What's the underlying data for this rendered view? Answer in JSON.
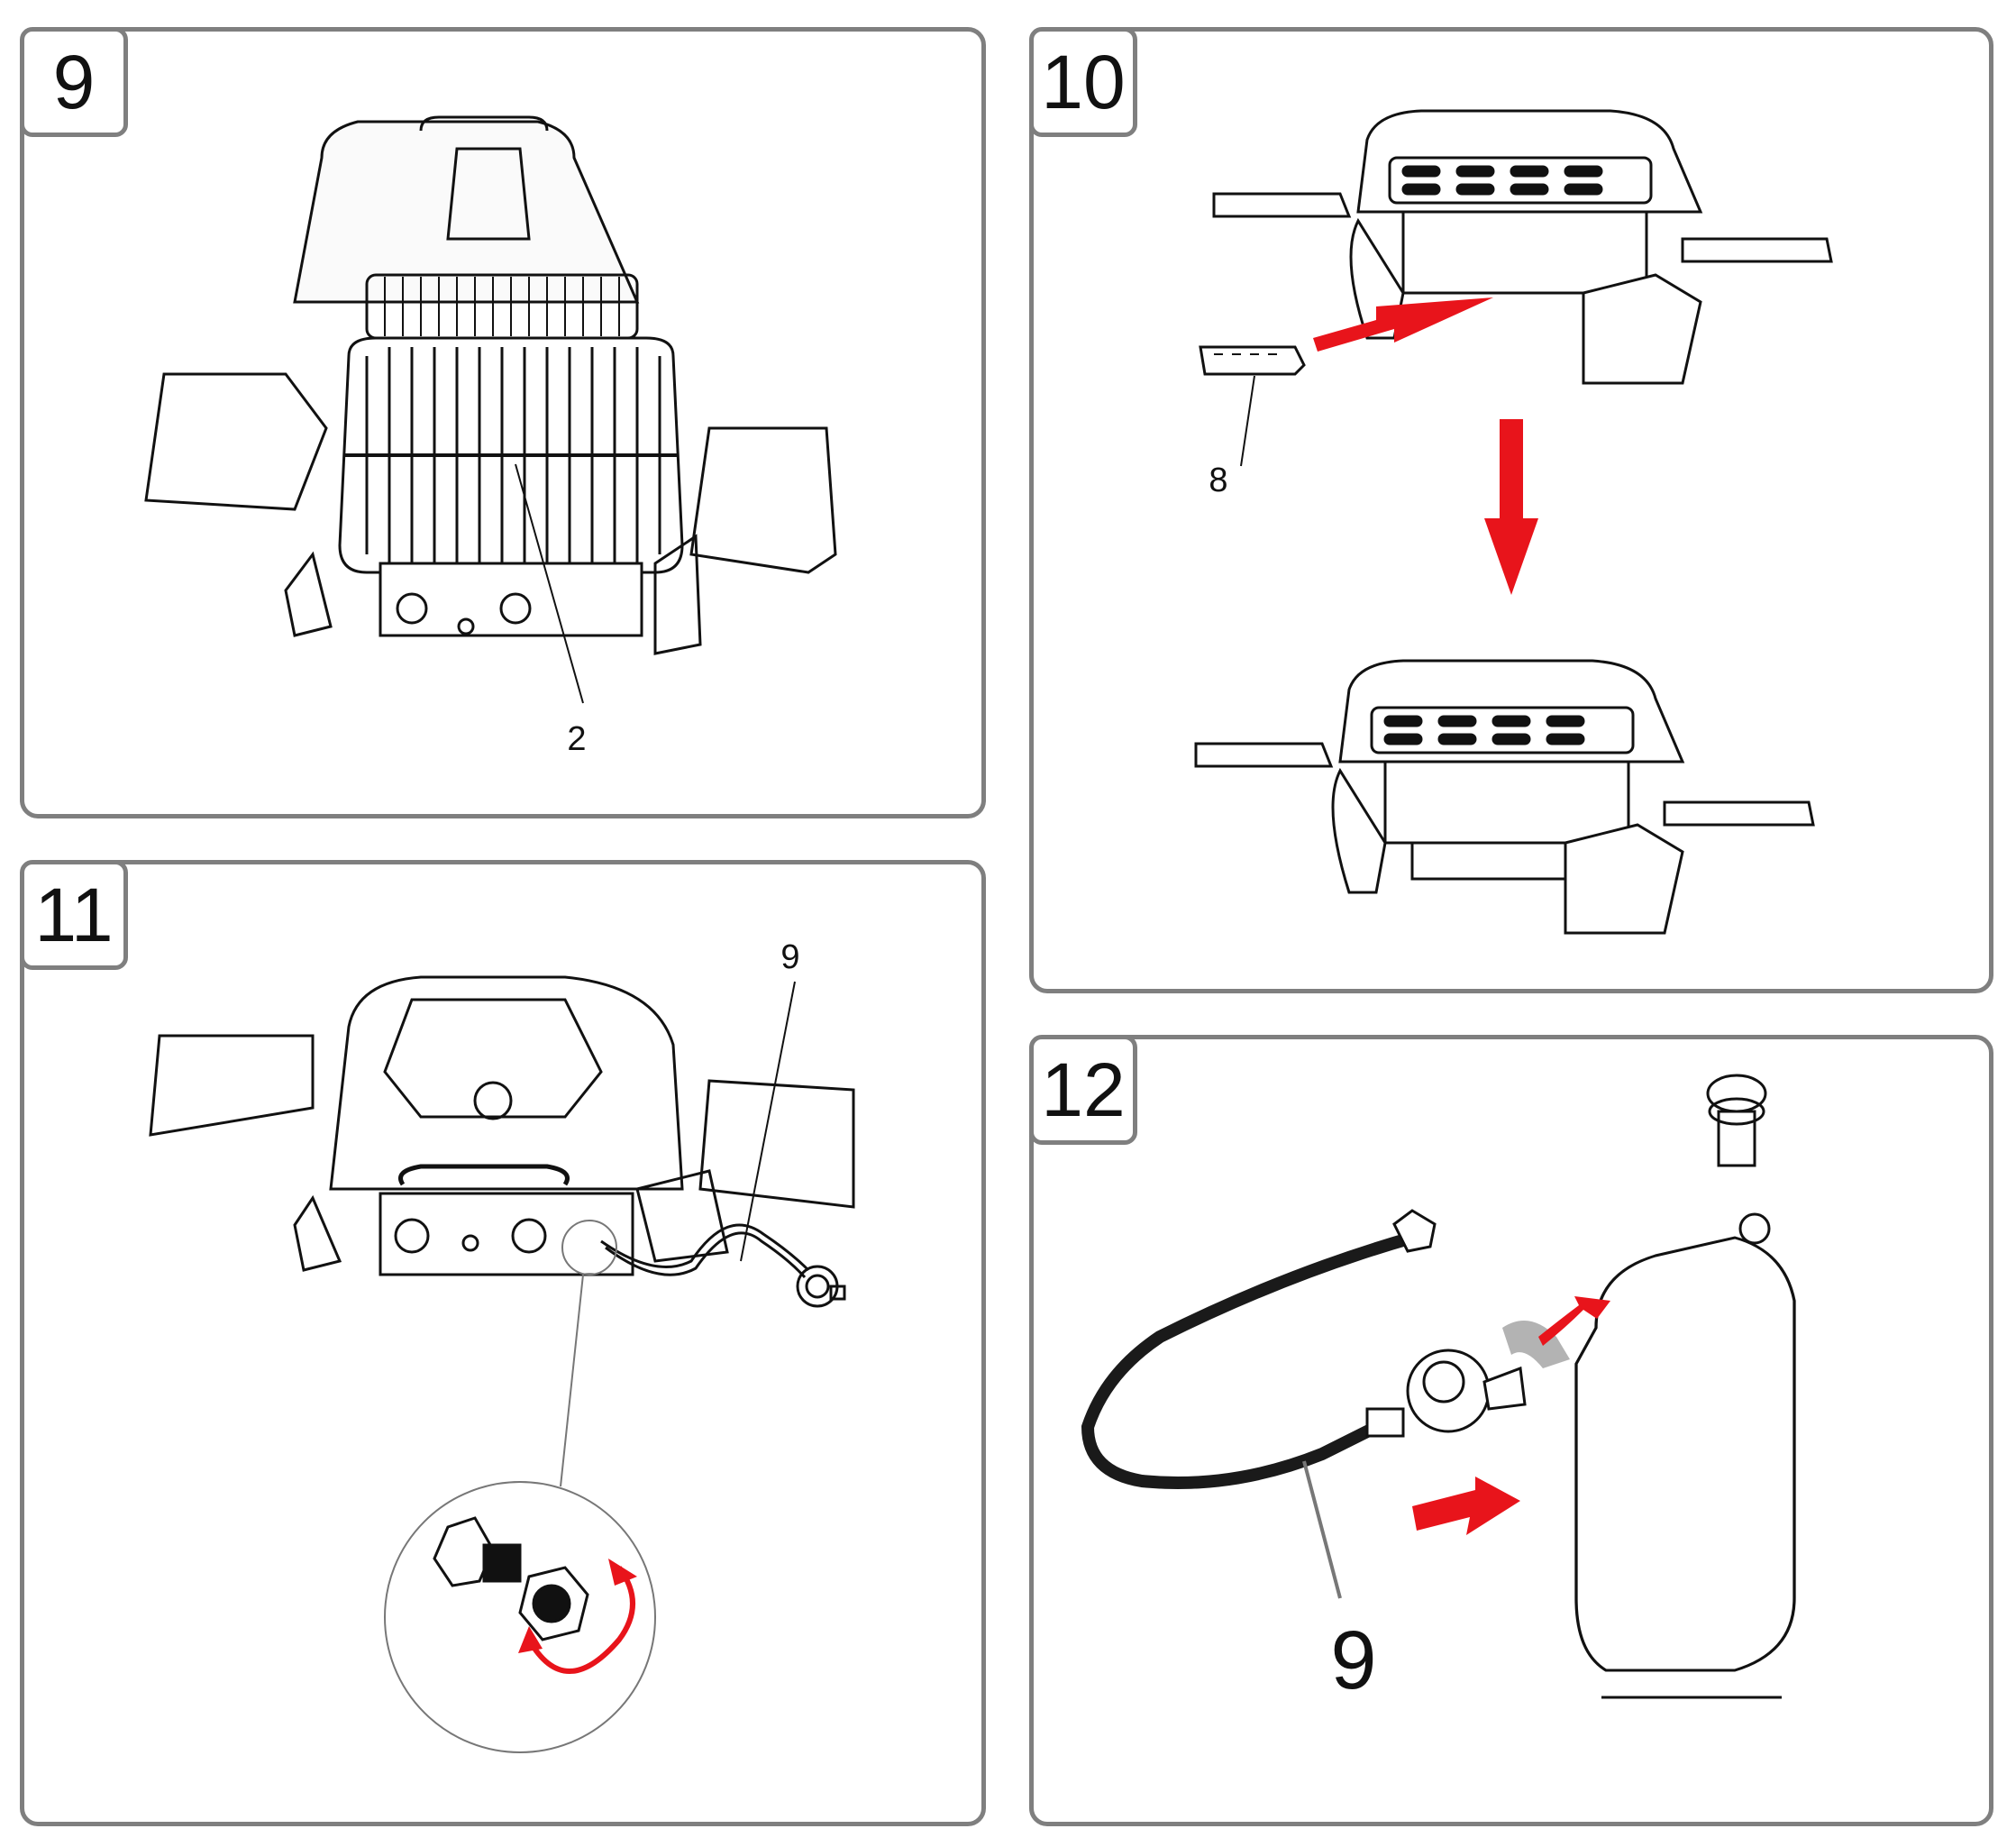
{
  "steps": [
    {
      "number": "9",
      "part_labels": [
        "2"
      ]
    },
    {
      "number": "10",
      "part_labels": [
        "8"
      ]
    },
    {
      "number": "11",
      "part_labels": [
        "9"
      ]
    },
    {
      "number": "12",
      "part_labels": [
        "9"
      ]
    }
  ],
  "colors": {
    "frame": "#7f7f7f",
    "arrow": "#e8141b",
    "line": "#111111",
    "hose": "#1a1a1a",
    "grey_arrow": "#b3b3b3"
  },
  "icons": [
    "grill-open-icon",
    "grill-closed-icon",
    "drip-tray-icon",
    "gas-hose-icon",
    "regulator-icon",
    "gas-cylinder-icon",
    "arrow-right-icon",
    "arrow-down-icon",
    "rotate-arrow-icon"
  ]
}
